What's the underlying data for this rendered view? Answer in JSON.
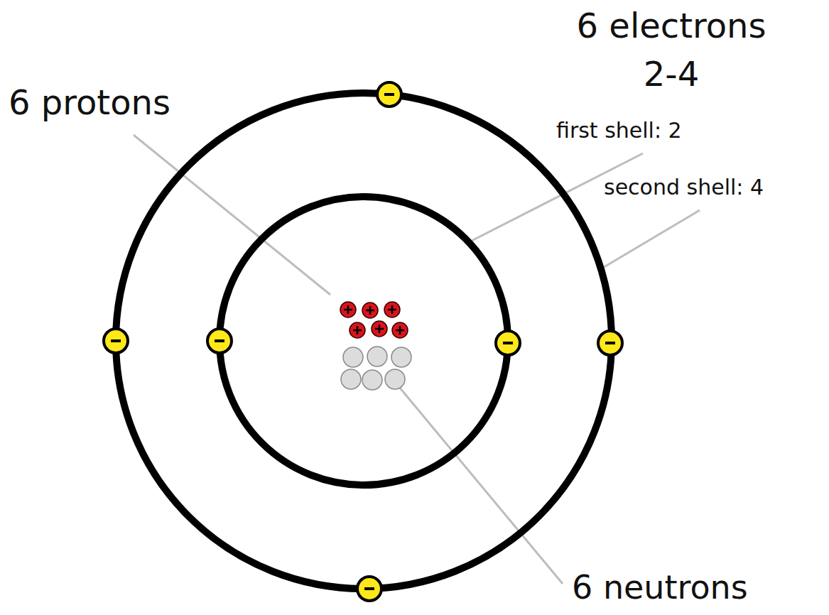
{
  "diagram": {
    "labels": [
      "6 electrons",
      "2-4",
      "first shell: 2",
      "second shell: 4",
      "6 protons",
      "6 neutrons"
    ]
  }
}
